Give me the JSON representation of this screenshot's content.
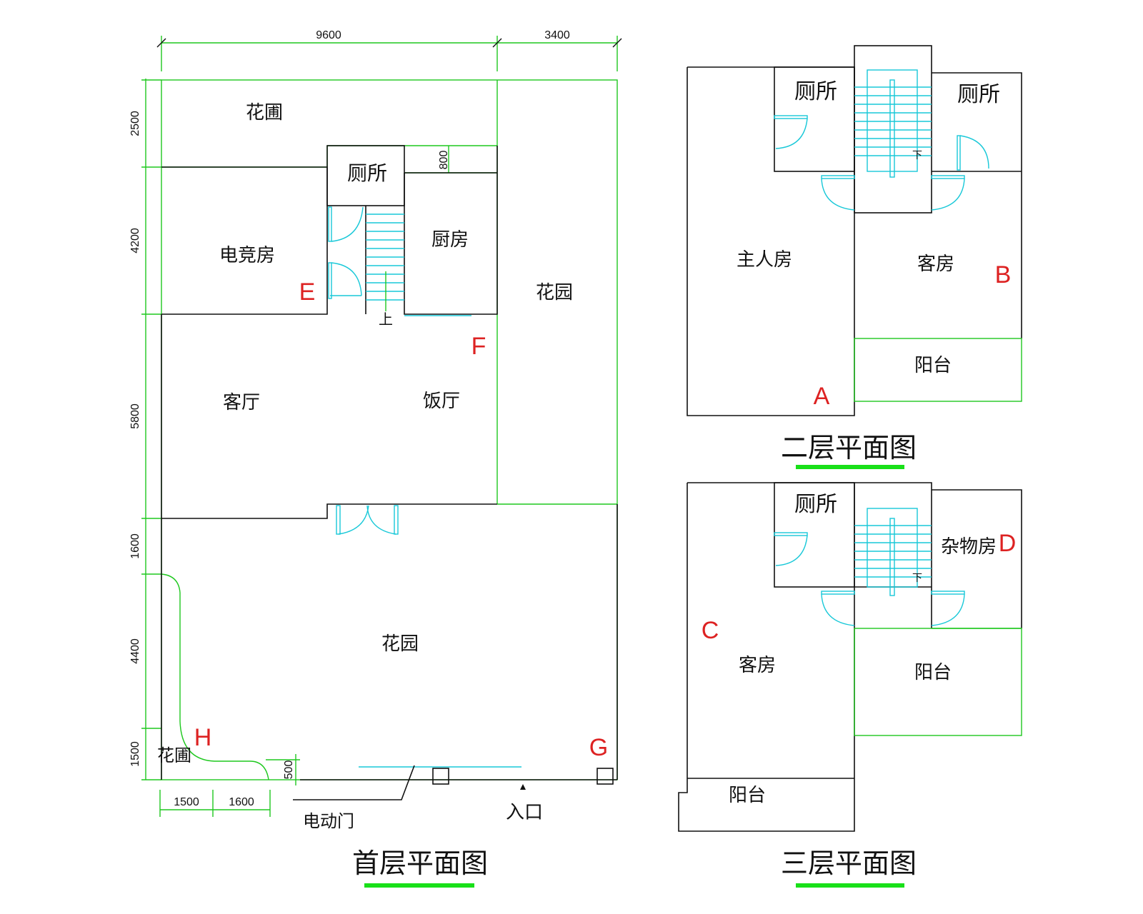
{
  "ground": {
    "title": "首层平面图",
    "dims_top": [
      "9600",
      "3400"
    ],
    "dims_left": [
      "2500",
      "4200",
      "5800",
      "1600",
      "4400",
      "1500"
    ],
    "dims_bottom": [
      "1500",
      "1600"
    ],
    "dim_800": "800",
    "dim_500": "500",
    "rooms": {
      "garden_top": "花圃",
      "toilet": "厕所",
      "esports": "电竞房",
      "kitchen": "厨房",
      "garden_right": "花园",
      "living": "客厅",
      "dining": "饭厅",
      "garden_bottom": "花园",
      "garden_corner": "花圃"
    },
    "stair_up": "上",
    "markers": {
      "E": "E",
      "F": "F",
      "G": "G",
      "H": "H"
    },
    "electric_gate": "电动门",
    "entrance": "入口"
  },
  "second": {
    "title": "二层平面图",
    "rooms": {
      "toilet_left": "厕所",
      "toilet_right": "厕所",
      "master": "主人房",
      "guest": "客房",
      "balcony": "阳台"
    },
    "stair_down": "下",
    "markers": {
      "A": "A",
      "B": "B"
    }
  },
  "third": {
    "title": "三层平面图",
    "rooms": {
      "toilet": "厕所",
      "storage": "杂物房",
      "guest": "客房",
      "balcony_right": "阳台",
      "balcony_bottom": "阳台"
    },
    "stair_down": "下",
    "markers": {
      "C": "C",
      "D": "D"
    }
  }
}
